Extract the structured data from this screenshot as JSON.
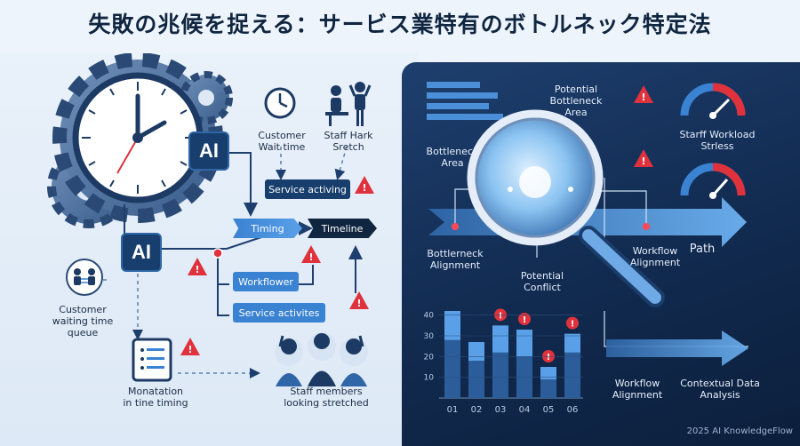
{
  "title": "失敗の兆候を捉える：サービス業特有のボトルネック特定法",
  "left": {
    "ai_badge_top": "AI",
    "ai_badge_bottom": "AI",
    "customer_wait_time": "Customer\nWait time",
    "staff_hark_stretch": "Staff Hark\nSretch",
    "service_activing": "Service activing",
    "timing": "Timing",
    "timeline": "Timeline",
    "workflower": "Workflower",
    "service_activites": "Service activites",
    "customer_waiting_queue": "Customer\nwaiting time\nqueue",
    "monatation": "Monatation\nin tine timing",
    "staff_members": "Staff members\nlooking stretched"
  },
  "right": {
    "potential_bottleneck_area": "Potential\nBottleneck\nArea",
    "bottleneck_area": "Bottleneck\nArea",
    "staff_workload": "Starff Workload\nStrless",
    "bottleneck_alignment": "Bottlerneck\nAlignment",
    "potential_conflict": "Potential\nConflict",
    "workflow_alignment_1": "Workflow\nAlignment",
    "path": "Path",
    "workflow_alignment_2": "Workflow\nAlignment",
    "contextual_data": "Contextual Data\nAnalysis"
  },
  "footer": "2025 AI KnowledgeFlow",
  "chart_data": {
    "type": "bar",
    "categories": [
      "01",
      "02",
      "03",
      "04",
      "05",
      "06"
    ],
    "series": [
      {
        "values": [
          42,
          27,
          35,
          33,
          15,
          31
        ]
      },
      {
        "values": [
          28,
          18,
          22,
          20,
          9,
          22
        ]
      }
    ],
    "y_ticks": [
      "40",
      "30",
      "20",
      "10"
    ],
    "ylim": [
      0,
      45
    ],
    "alerts_on": [
      "03",
      "04",
      "05",
      "06"
    ],
    "alert_color": "#e0323c"
  }
}
